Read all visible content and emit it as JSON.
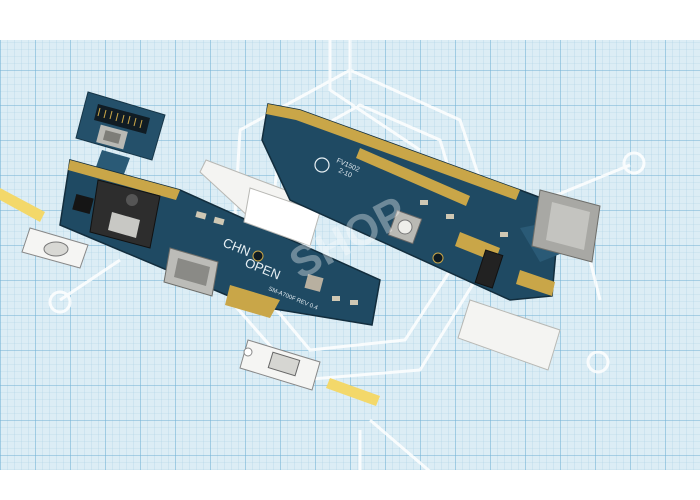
{
  "photo": {
    "subject": "Two blue flex-cable PCB assemblies with charging connector, audio jack and microphone, lying on blue graph paper",
    "background_color": "#d8eaf2",
    "grid_minor_color": "#9cc8e0",
    "grid_major_color": "#5aa3cc",
    "board_color": "#1f4a63",
    "copper_color": "#c9a648"
  },
  "board_left": {
    "label_chn": "CHN",
    "label_open": "OPEN",
    "model_text": "SM-A700F REV 0.4"
  },
  "board_right": {
    "label_fpcb": "FV1502",
    "label_rev": "2-10"
  },
  "watermark": {
    "text": "SHOP"
  }
}
